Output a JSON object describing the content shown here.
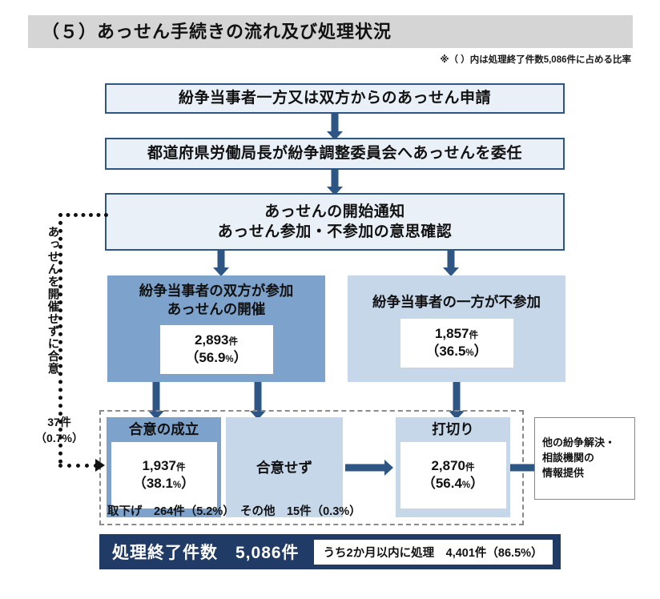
{
  "header": {
    "title": "（５）あっせん手続きの流れ及び処理状況",
    "note": "※（ ）内は処理終了件数5,086件に占める比率"
  },
  "flow": {
    "step1": "紛争当事者一方又は双方からのあっせん申請",
    "step2": "都道府県労働局長が紛争調整委員会へあっせんを委任",
    "step3_line1": "あっせんの開始通知",
    "step3_line2": "あっせん参加・不参加の意思確認",
    "participate": {
      "title_line1": "紛争当事者の双方が参加",
      "title_line2": "あっせんの開催",
      "count": "2,893",
      "count_unit": "件",
      "pct": "（56.9",
      "pct_unit": "%",
      "pct_close": "）"
    },
    "nonparticipate": {
      "title": "紛争当事者の一方が不参加",
      "count": "1,857",
      "count_unit": "件",
      "pct": "（36.5",
      "pct_unit": "%",
      "pct_close": "）"
    },
    "agreed": {
      "title": "合意の成立",
      "count": "1,937",
      "count_unit": "件",
      "pct": "（38.1",
      "pct_unit": "%",
      "pct_close": "）"
    },
    "not_agreed": {
      "title": "合意せず"
    },
    "terminated": {
      "title": "打切り",
      "count": "2,870",
      "count_unit": "件",
      "pct": "（56.4",
      "pct_unit": "%",
      "pct_close": "）"
    },
    "referral": {
      "line1": "他の紛争解決・",
      "line2": "相談機関の",
      "line3": "情報提供"
    },
    "zone_footnote": "取下げ　264件（5.2%）　その他　15件（0.3%）",
    "feedback": {
      "vertical_label": "あっせんを開催せずに合意",
      "count": "37件",
      "pct": "（0.7%）"
    }
  },
  "banner": {
    "label": "処理終了件数　5,086件",
    "chip": "うち2か月以内に処理　4,401件（86.5%）"
  },
  "colors": {
    "header_bar": "#d5d5d5",
    "outline_box_fill": "#eaf0f7",
    "outline_box_border": "#2e5685",
    "fill_dark": "#7da2cb",
    "fill_light": "#c6d7ea",
    "arrow": "#2e5685",
    "banner": "#1f3b66",
    "dashed_border": "#8a8a8a"
  }
}
